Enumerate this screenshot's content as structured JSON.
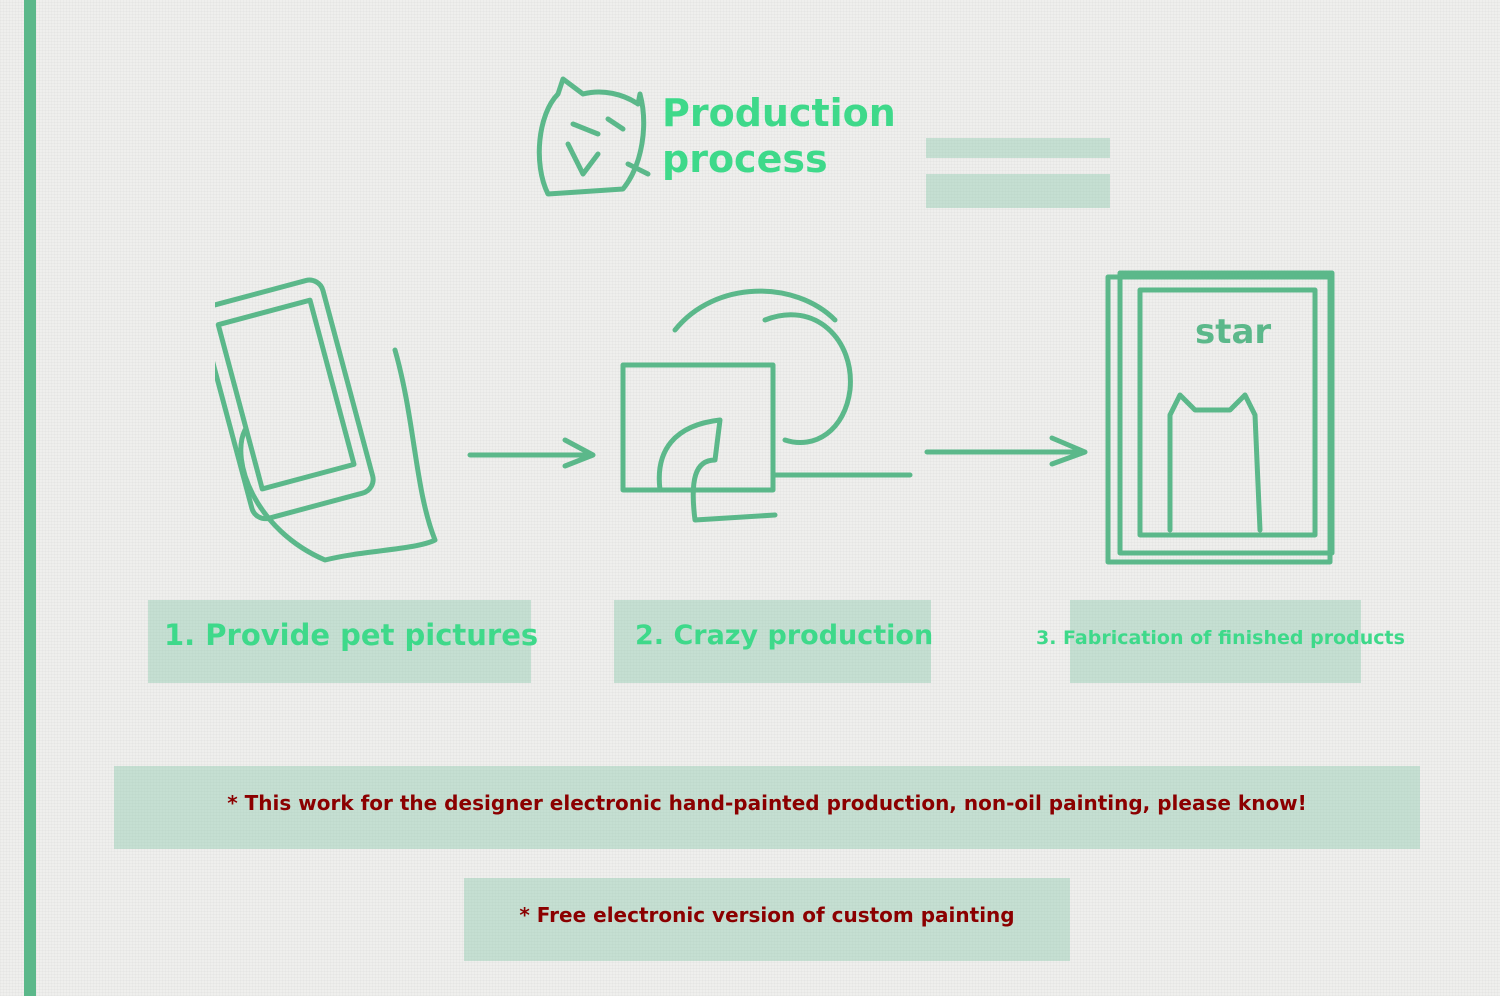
{
  "header": {
    "title_line1": "Production",
    "title_line2": "process"
  },
  "steps": [
    {
      "label": "1. Provide pet pictures"
    },
    {
      "label": "2. Crazy production"
    },
    {
      "label": "3. Fabrication of finished products"
    }
  ],
  "frame_text": "star",
  "notes": [
    "* This work for the designer electronic hand-painted production, non-oil painting, please know!",
    "* Free electronic version of custom painting"
  ],
  "colors": {
    "accent": "#3ed98a",
    "ink": "#5bb88a",
    "note": "#8b0000"
  }
}
